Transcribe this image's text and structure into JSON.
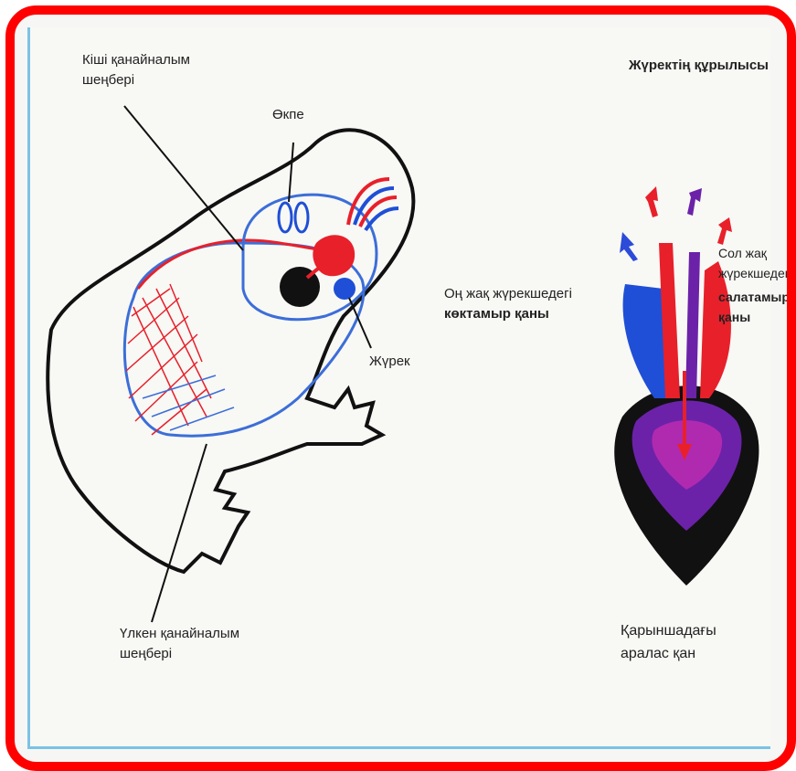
{
  "labels": {
    "small_circle_line1": "Кіші қанайналым",
    "small_circle_line2": "шеңбері",
    "lung": "Өкпе",
    "heart": "Жүрек",
    "big_circle_line1": "Үлкен қанайналым",
    "big_circle_line2": "шеңбері",
    "heart_structure_title": "Жүректің құрылысы",
    "right_atrium_line1": "Оң жақ жүрекшедегі",
    "right_atrium_line2": "көктамыр қаны",
    "left_atrium_line1": "Сол жақ",
    "left_atrium_line2": "жүрекшедегі",
    "left_atrium_line3": "салатамыр",
    "left_atrium_line4": "қаны",
    "ventricle_line1": "Қарыншадағы",
    "ventricle_line2": "аралас қан"
  },
  "colors": {
    "frame": "#ff0000",
    "page_rule": "#7bc2e6",
    "arterial": "#e8202a",
    "venous": "#1f4fd6",
    "mixed": "#7a2a9e",
    "outline": "#111111"
  }
}
